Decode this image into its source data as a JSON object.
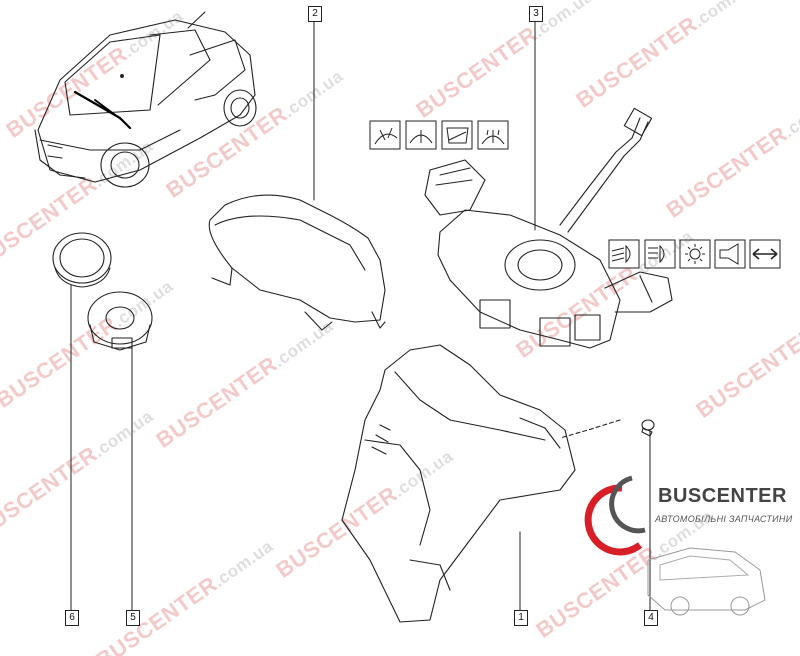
{
  "callouts": [
    {
      "label": "1"
    },
    {
      "label": "2"
    },
    {
      "label": "3"
    },
    {
      "label": "4"
    },
    {
      "label": "5"
    },
    {
      "label": "6"
    }
  ],
  "watermark": {
    "brand": "BUSCENTER",
    "domain": ".com.ua",
    "color": "#d73c3c"
  },
  "logo": {
    "name": "BUSCENTER",
    "subtitle": "АВТОМОБІЛЬНІ ЗАПЧАСТИНИ",
    "accent": "#d81e26"
  },
  "wiper_icons": [
    "wiper-intermittent-icon",
    "wiper-wash-icon",
    "rear-window-icon",
    "rear-wiper-icon"
  ],
  "light_icons": [
    "low-beam-icon",
    "high-beam-icon",
    "parking-light-icon",
    "horn-icon",
    "turn-signal-icon"
  ]
}
